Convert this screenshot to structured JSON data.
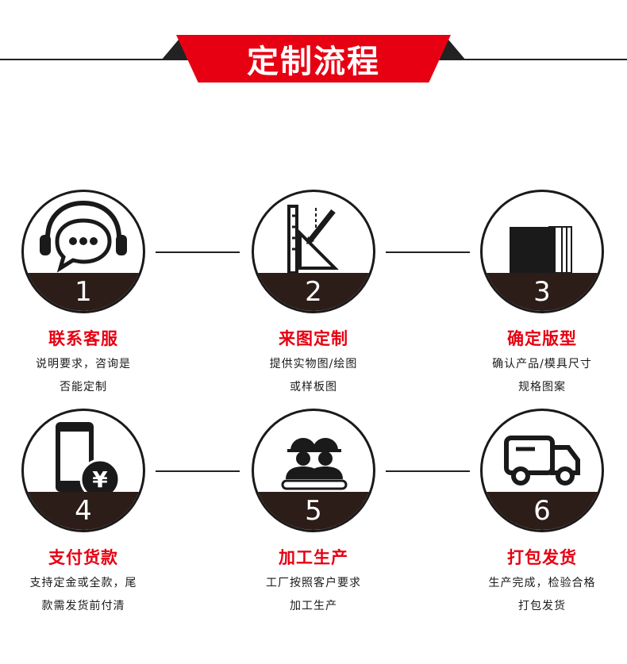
{
  "header": {
    "title": "定制流程"
  },
  "colors": {
    "accent": "#e60012",
    "dark": "#2c1d19",
    "line": "#222222"
  },
  "steps": [
    {
      "number": "1",
      "title": "联系客服",
      "desc_line1": "说明要求，咨询是",
      "desc_line2": "否能定制",
      "icon": "customer-service-headset-icon"
    },
    {
      "number": "2",
      "title": "来图定制",
      "desc_line1": "提供实物图/绘图",
      "desc_line2": "或样板图",
      "icon": "ruler-pencil-icon"
    },
    {
      "number": "3",
      "title": "确定版型",
      "desc_line1": "确认产品/模具尺寸",
      "desc_line2": "规格图案",
      "icon": "stacked-cards-icon"
    },
    {
      "number": "4",
      "title": "支付货款",
      "desc_line1": "支持定金或全款，尾",
      "desc_line2": "款需发货前付清",
      "icon": "phone-payment-icon"
    },
    {
      "number": "5",
      "title": "加工生产",
      "desc_line1": "工厂按照客户要求",
      "desc_line2": "加工生产",
      "icon": "workers-conveyor-icon"
    },
    {
      "number": "6",
      "title": "打包发货",
      "desc_line1": "生产完成，检验合格",
      "desc_line2": "打包发货",
      "icon": "delivery-truck-icon"
    }
  ]
}
